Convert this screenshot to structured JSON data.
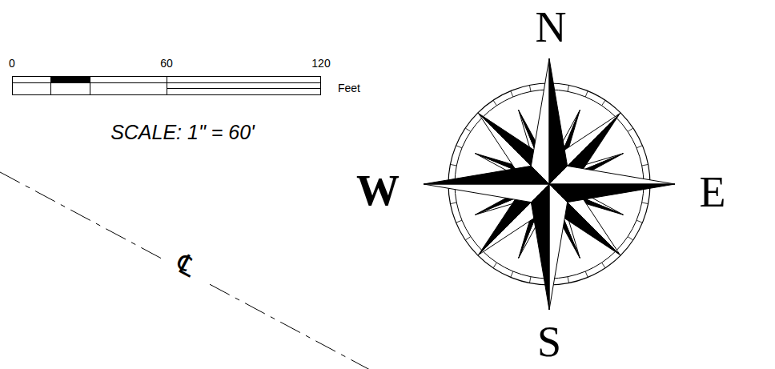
{
  "diagram": {
    "labels": [
      "0",
      "60",
      "120",
      "Feet",
      "SCALE: 1\" = 60'",
      "℄",
      "N",
      "W",
      "E",
      "S"
    ]
  }
}
